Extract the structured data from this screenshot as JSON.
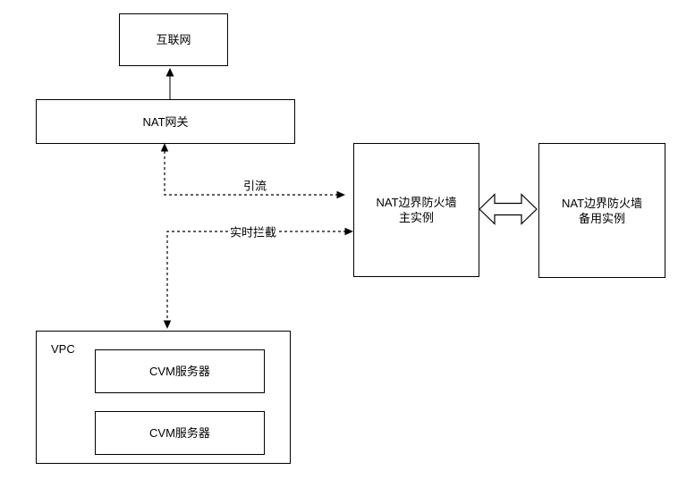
{
  "diagram": {
    "type": "network-architecture-flowchart",
    "nodes": {
      "internet": {
        "label": "互联网"
      },
      "nat_gateway": {
        "label": "NAT网关"
      },
      "firewall_primary": {
        "label": "NAT边界防火墙\n主实例"
      },
      "firewall_backup": {
        "label": "NAT边界防火墙\n备用实例"
      },
      "vpc": {
        "label": "VPC"
      },
      "cvm_server_1": {
        "label": "CVM服务器"
      },
      "cvm_server_2": {
        "label": "CVM服务器"
      }
    },
    "edges": {
      "nat_to_internet": {
        "from": "nat_gateway",
        "to": "internet",
        "style": "solid",
        "arrows": "end",
        "label": ""
      },
      "diversion": {
        "from": "nat_gateway",
        "to": "firewall_primary",
        "style": "dashed",
        "arrows": "both",
        "label": "引流"
      },
      "interception": {
        "from": "firewall_primary",
        "to": "vpc",
        "style": "dashed",
        "arrows": "both",
        "label": "实时拦截"
      },
      "primary_backup_sync": {
        "from": "firewall_primary",
        "to": "firewall_backup",
        "style": "hollow-double-arrow",
        "arrows": "both",
        "label": ""
      }
    },
    "colors": {
      "background": "#ffffff",
      "node_fill": "#ffffff",
      "node_border": "#000000",
      "text": "#000000",
      "dashed_edge": "#000000",
      "solid_edge_line": "#7a7a7a",
      "arrowhead": "#000000"
    }
  }
}
